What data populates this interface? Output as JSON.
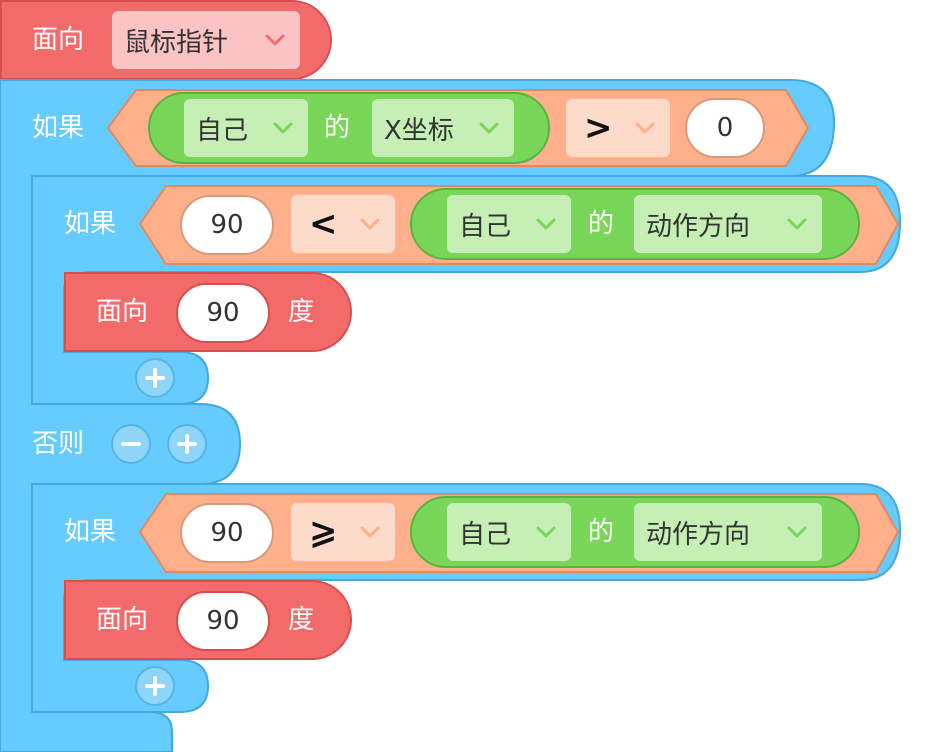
{
  "top_block": {
    "label": "面向",
    "dropdown": "鼠标指针"
  },
  "if1": {
    "keyword": "如果",
    "left_obj": "自己",
    "of": "的",
    "property": "X坐标",
    "operator": "&gt;",
    "right_value": "0"
  },
  "if_inner1": {
    "keyword": "如果",
    "left_value": "90",
    "operator": "&lt;",
    "right_obj": "自己",
    "of": "的",
    "property": "动作方向"
  },
  "face1": {
    "label": "面向",
    "value": "90",
    "unit": "度"
  },
  "else_label": "否则",
  "if_inner2": {
    "keyword": "如果",
    "left_value": "90",
    "operator": "⩾",
    "right_obj": "自己",
    "of": "的",
    "property": "动作方向"
  },
  "face2": {
    "label": "面向",
    "value": "90",
    "unit": "度"
  },
  "icons": {
    "plus": "plus-icon",
    "minus": "minus-icon",
    "chevron": "chevron-down-icon"
  },
  "colors": {
    "motion": "#f26a6a",
    "control": "#66cbff",
    "operator": "#ffaf8a",
    "sensing": "#79d658"
  }
}
